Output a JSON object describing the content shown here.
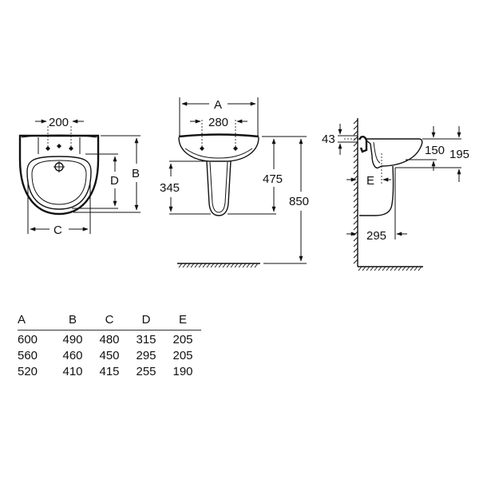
{
  "front_view": {
    "tap_spacing": "200",
    "label_height": "B",
    "label_bowl_depth": "D",
    "label_width": "C"
  },
  "pedestal_view": {
    "label_overall_width": "A",
    "tap_spacing": "280",
    "pedestal_height": "345",
    "rim_to_base": "475",
    "rim_height_from_floor": "850"
  },
  "side_view": {
    "wall_offset_top": "43",
    "depth_150": "150",
    "depth_195": "195",
    "label_waste_offset": "E",
    "pedestal_depth": "295"
  },
  "spec_table": {
    "headers": [
      "A",
      "B",
      "C",
      "D",
      "E"
    ],
    "rows": [
      [
        "600",
        "490",
        "480",
        "315",
        "205"
      ],
      [
        "560",
        "460",
        "450",
        "295",
        "205"
      ],
      [
        "520",
        "410",
        "415",
        "255",
        "190"
      ]
    ]
  },
  "colors": {
    "ink": "#111111",
    "background": "#ffffff"
  }
}
